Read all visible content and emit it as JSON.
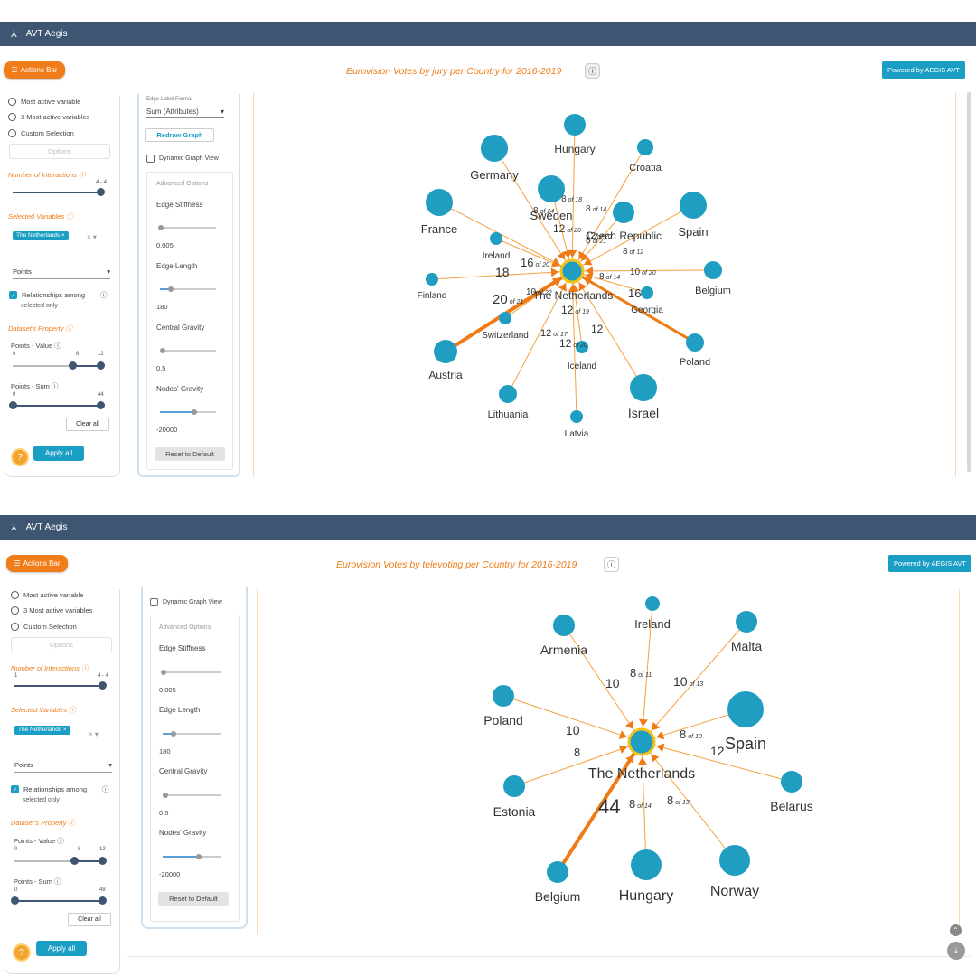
{
  "app_name": "AVT Aegis",
  "actions_label": "Actions Bar",
  "powered_label": "Powered by AEGIS AVT",
  "info_icon": "info-icon",
  "sidebar": {
    "most_active": "Most active variable",
    "three_most": "3 Most active variables",
    "custom_selection": "Custom Selection",
    "options_placeholder": "Options",
    "interactions_label": "Number of Interactions",
    "interactions_min": "1",
    "interactions_max": "4 - 4",
    "selected_variables_label": "Selected Variables",
    "chip": "The Netherlands",
    "points_select": "Points",
    "relationships_line1": "Relationships among",
    "relationships_line2": "selected only",
    "dataset_property_label": "Dataset's Property",
    "points_value_label": "Points - Value",
    "points_value_min": "0",
    "points_value_mid": "8",
    "points_value_max": "12",
    "points_sum_label": "Points - Sum",
    "points_sum_min": "0",
    "clear_all": "Clear all",
    "apply_all": "Apply all"
  },
  "controls": {
    "edge_label_format_caption": "Edge Label Format",
    "edge_label_format_value": "Sum (Attributes)",
    "redraw_graph": "Redraw Graph",
    "dynamic_graph_view": "Dynamic Graph View",
    "advanced_options": "Advanced Options",
    "edge_stiffness": "Edge Stiffness",
    "edge_stiffness_value": "0.005",
    "edge_length": "Edge Length",
    "edge_length_value": "180",
    "central_gravity": "Central Gravity",
    "central_gravity_value": "0.5",
    "nodes_gravity": "Nodes' Gravity",
    "nodes_gravity_value": "-20000",
    "reset_default": "Reset to Default"
  },
  "panels": [
    {
      "title": "Eurovision Votes by jury per Country for 2016-2019",
      "points_sum_max": "44",
      "center": "The Netherlands",
      "nodes": [
        {
          "label": "Hungary",
          "size": 12
        },
        {
          "label": "Germany",
          "size": 15
        },
        {
          "label": "Croatia",
          "size": 9
        },
        {
          "label": "Sweden",
          "size": 15
        },
        {
          "label": "France",
          "size": 15
        },
        {
          "label": "Czech Republic",
          "size": 12
        },
        {
          "label": "Spain",
          "size": 15
        },
        {
          "label": "Ireland",
          "size": 7
        },
        {
          "label": "Finland",
          "size": 7
        },
        {
          "label": "Belgium",
          "size": 10
        },
        {
          "label": "Switzerland",
          "size": 7
        },
        {
          "label": "Georgia",
          "size": 7
        },
        {
          "label": "Austria",
          "size": 13
        },
        {
          "label": "Poland",
          "size": 10
        },
        {
          "label": "Iceland",
          "size": 7
        },
        {
          "label": "Lithuania",
          "size": 10
        },
        {
          "label": "Israel",
          "size": 15
        },
        {
          "label": "Latvia",
          "size": 7
        }
      ],
      "edge_labels": [
        {
          "value": "8",
          "of": "of 18"
        },
        {
          "value": "8",
          "of": "of 14"
        },
        {
          "value": "8",
          "of": "of 24"
        },
        {
          "value": "12",
          "of": "of 20"
        },
        {
          "value": "8",
          "of": "of 21"
        },
        {
          "value": "12",
          "of": "of 20"
        },
        {
          "value": "8",
          "of": "of 12"
        },
        {
          "value": "16",
          "of": "of 20"
        },
        {
          "value": "10",
          "of": "of 20"
        },
        {
          "value": "18",
          "of": ""
        },
        {
          "value": "8",
          "of": "of 14"
        },
        {
          "value": "16",
          "of": ""
        },
        {
          "value": "20",
          "of": "of 21"
        },
        {
          "value": "10",
          "of": "of 22"
        },
        {
          "value": "12",
          "of": "of 19"
        },
        {
          "value": "12",
          "of": "of 17"
        },
        {
          "value": "12",
          "of": "of 20"
        },
        {
          "value": "12",
          "of": ""
        }
      ]
    },
    {
      "title": "Eurovision Votes by televoting per Country for 2016-2019",
      "points_sum_max": "48",
      "center": "The Netherlands",
      "nodes": [
        {
          "label": "Ireland",
          "size": 8
        },
        {
          "label": "Armenia",
          "size": 12
        },
        {
          "label": "Malta",
          "size": 12
        },
        {
          "label": "Poland",
          "size": 12
        },
        {
          "label": "Spain",
          "size": 20
        },
        {
          "label": "Estonia",
          "size": 12
        },
        {
          "label": "Belarus",
          "size": 12
        },
        {
          "label": "Belgium",
          "size": 12
        },
        {
          "label": "Hungary",
          "size": 17
        },
        {
          "label": "Norway",
          "size": 17
        }
      ],
      "edge_labels": [
        {
          "value": "8",
          "of": "of 11"
        },
        {
          "value": "10",
          "of": ""
        },
        {
          "value": "10",
          "of": "of 13"
        },
        {
          "value": "10",
          "of": ""
        },
        {
          "value": "8",
          "of": "of 10"
        },
        {
          "value": "12",
          "of": ""
        },
        {
          "value": "8",
          "of": ""
        },
        {
          "value": "44",
          "of": ""
        },
        {
          "value": "8",
          "of": "of 14"
        },
        {
          "value": "8",
          "of": "of 13"
        }
      ]
    }
  ],
  "colors": {
    "topbar": "#3f5672",
    "accent_orange": "#ef7a16",
    "node_blue": "#1f9ec2",
    "edge_orange": "#f5a042",
    "button_blue": "#1b9ec3"
  }
}
